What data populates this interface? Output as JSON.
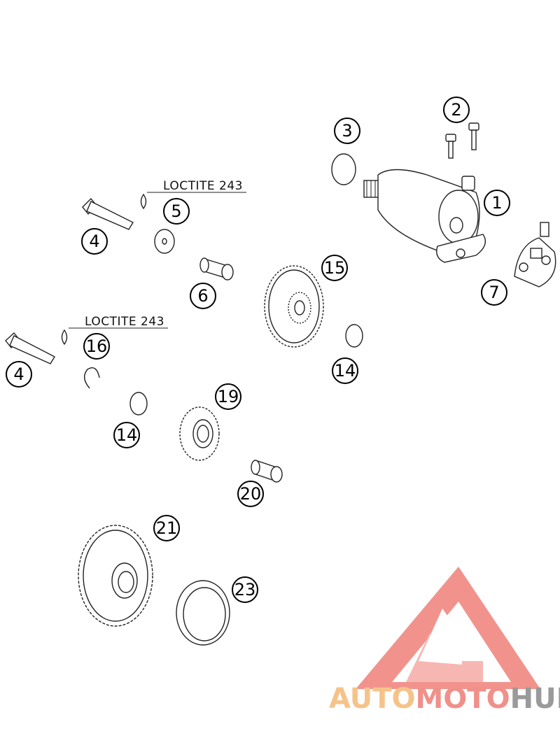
{
  "callouts": [
    {
      "id": "c1",
      "label": "1"
    },
    {
      "id": "c2",
      "label": "2"
    },
    {
      "id": "c3",
      "label": "3"
    },
    {
      "id": "c4a",
      "label": "4"
    },
    {
      "id": "c4b",
      "label": "4"
    },
    {
      "id": "c5",
      "label": "5"
    },
    {
      "id": "c6",
      "label": "6"
    },
    {
      "id": "c7",
      "label": "7"
    },
    {
      "id": "c14a",
      "label": "14"
    },
    {
      "id": "c14b",
      "label": "14"
    },
    {
      "id": "c15",
      "label": "15"
    },
    {
      "id": "c16",
      "label": "16"
    },
    {
      "id": "c19",
      "label": "19"
    },
    {
      "id": "c20",
      "label": "20"
    },
    {
      "id": "c21",
      "label": "21"
    },
    {
      "id": "c23",
      "label": "23"
    }
  ],
  "notes": {
    "loctite_top": "LOCTITE 243",
    "loctite_bottom": "LOCTITE 243"
  },
  "watermark": {
    "part1": "AUTO",
    "part2": "MOTO",
    "part3": "HUB",
    "colors": {
      "auto": "#f5c38a",
      "moto": "#f0908a",
      "hub": "#9a9a9a",
      "triangle": "#f08880"
    }
  }
}
